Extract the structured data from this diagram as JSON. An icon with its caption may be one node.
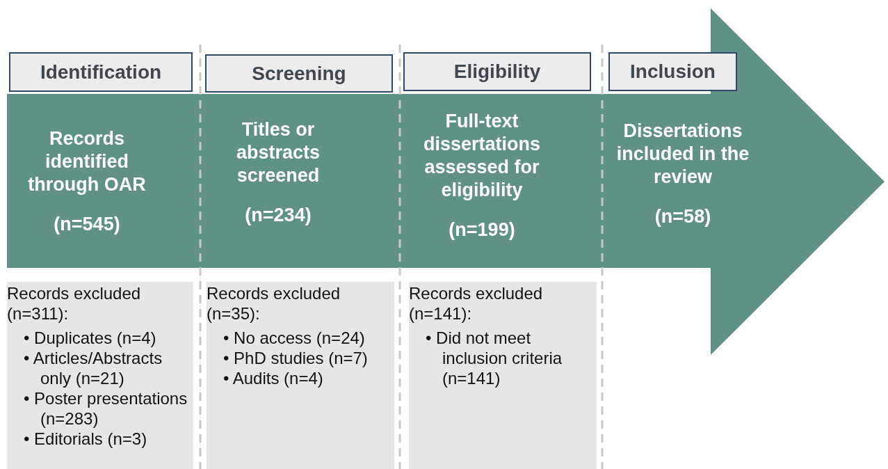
{
  "diagram": {
    "nodes": [
      {
        "text": [],
        "shape": "arrow"
      },
      {
        "text": [
          "Identification"
        ]
      },
      {
        "text": [
          "Screening"
        ]
      },
      {
        "text": [
          "Eligibility"
        ]
      },
      {
        "text": [
          "Inclusion"
        ]
      },
      {
        "text": [
          "Records identified through OAR",
          "(n=545)"
        ],
        "in": 0
      },
      {
        "text": [
          "Titles or abstracts screened",
          "(n=234)"
        ],
        "in": 0
      },
      {
        "text": [
          "Full-text dissertations assessed for eligibility",
          "(n=199)"
        ],
        "in": 0
      },
      {
        "text": [
          "Dissertations included in the review",
          "(n=58)"
        ],
        "in": 0
      },
      {
        "text": [
          "Records excluded (n=311):",
          "• Duplicates (n=4)",
          "• Articles/Abstracts only (n=21)",
          "• Poster presentations (n=283)",
          "• Editorials (n=3)"
        ]
      },
      {
        "text": [
          "Records excluded (n=35):",
          "• No access (n=24)",
          "• PhD studies (n=7)",
          "• Audits (n=4)"
        ]
      },
      {
        "text": [
          "Records excluded (n=141):",
          "• Did not meet inclusion criteria (n=141)"
        ]
      }
    ],
    "edges": []
  }
}
